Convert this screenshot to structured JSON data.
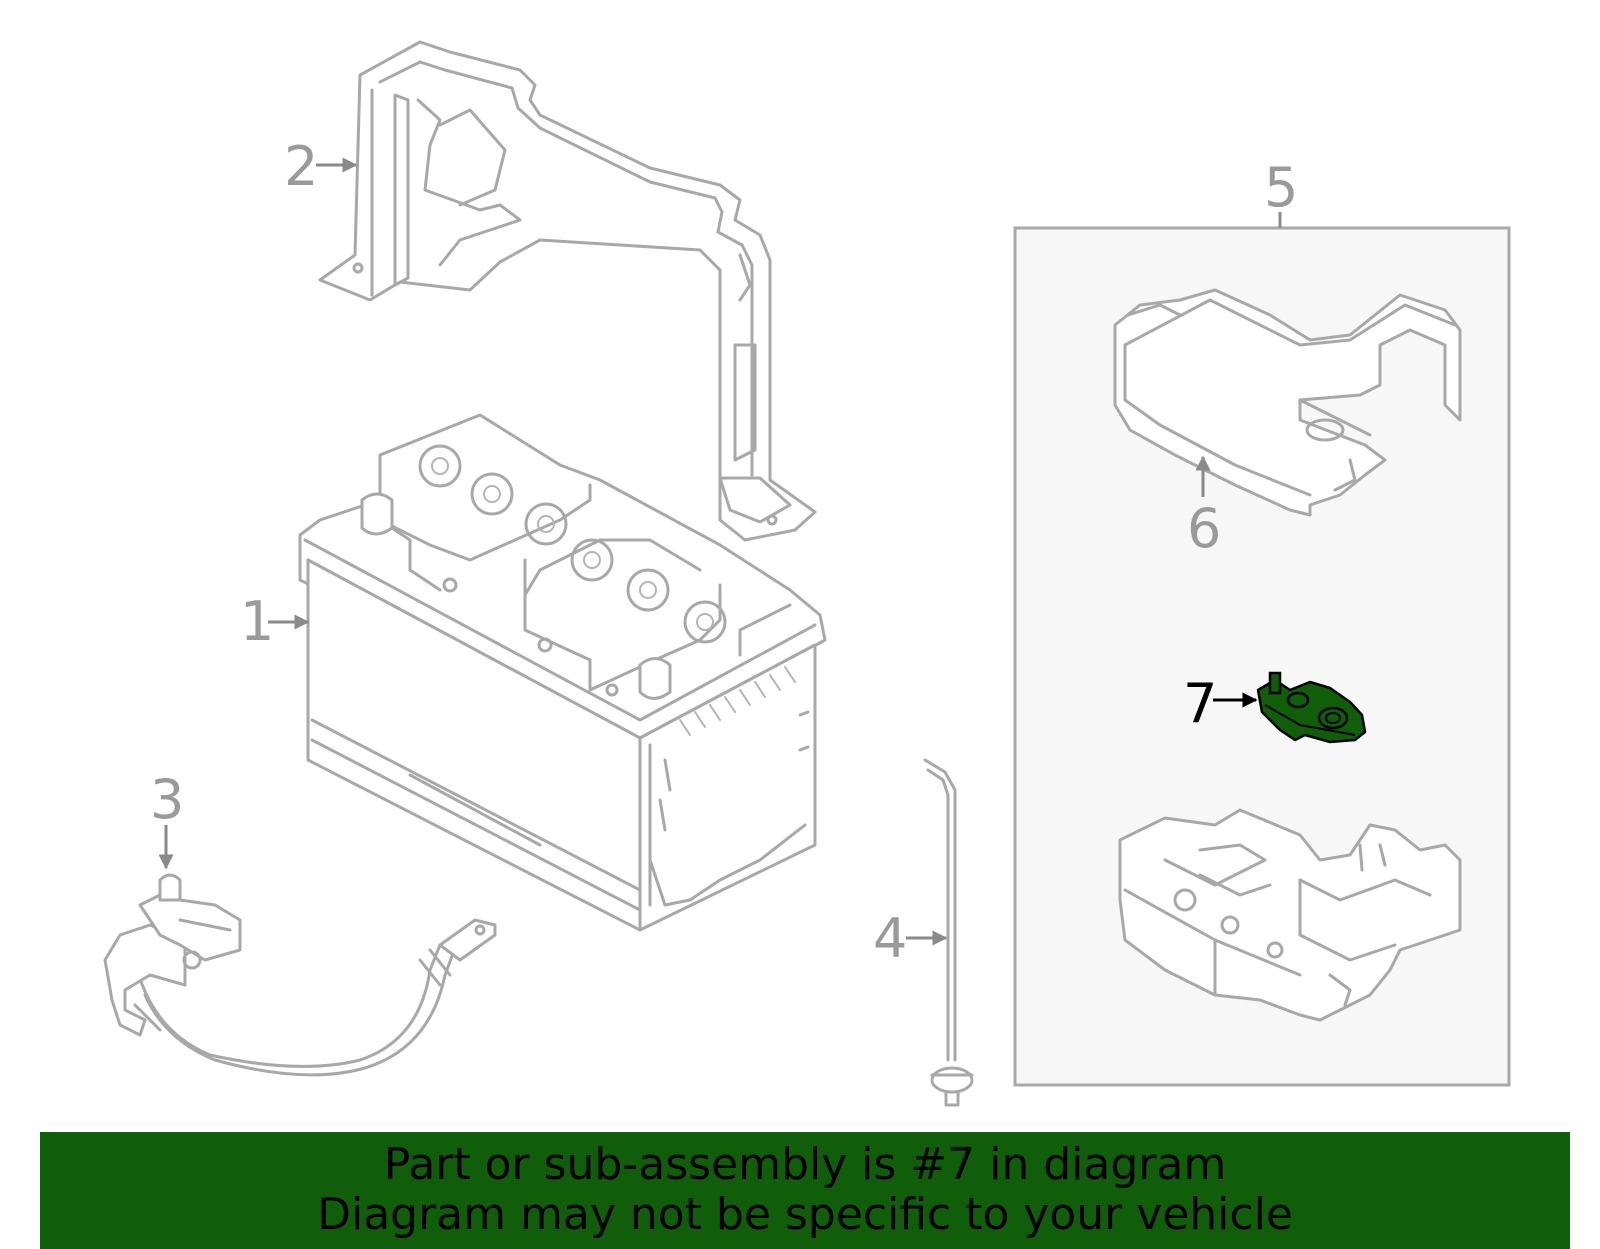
{
  "diagram": {
    "callouts": [
      {
        "id": "1",
        "label": "1"
      },
      {
        "id": "2",
        "label": "2"
      },
      {
        "id": "3",
        "label": "3"
      },
      {
        "id": "4",
        "label": "4"
      },
      {
        "id": "5",
        "label": "5"
      },
      {
        "id": "6",
        "label": "6"
      },
      {
        "id": "7",
        "label": "7"
      }
    ],
    "highlighted_part": "7",
    "highlight_color": "#115e0a"
  },
  "banner": {
    "line1": "Part or sub-assembly is #7 in diagram",
    "line2": "Diagram may not be specific to your vehicle",
    "background": "#115e0a"
  }
}
